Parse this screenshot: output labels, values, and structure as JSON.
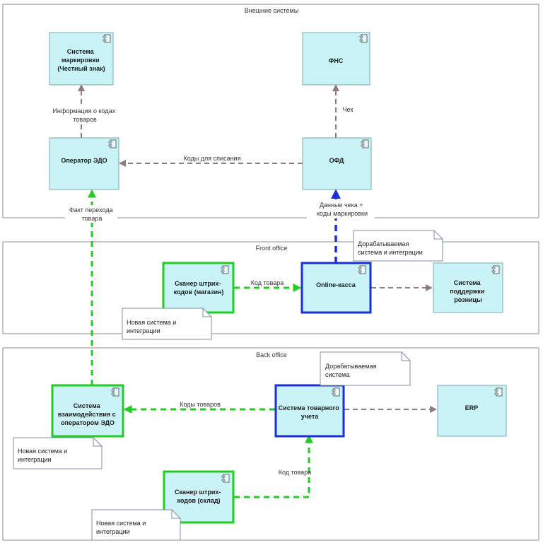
{
  "groups": {
    "external": {
      "title": "Внешние системы"
    },
    "front": {
      "title": "Front office"
    },
    "back": {
      "title": "Back office"
    }
  },
  "components": {
    "marking": {
      "lines": [
        "Система",
        "маркировки",
        "(Честный знак)"
      ]
    },
    "fns": {
      "lines": [
        "ФНС"
      ]
    },
    "edo": {
      "lines": [
        "Оператор ЭДО"
      ]
    },
    "ofd": {
      "lines": [
        "ОФД"
      ]
    },
    "scanner_shop": {
      "lines": [
        "Сканер штрих-",
        "кодов (магазин)"
      ]
    },
    "online_kassa": {
      "lines": [
        "Online-касса"
      ]
    },
    "retail_support": {
      "lines": [
        "Система",
        "поддержки",
        "розницы"
      ]
    },
    "edo_system": {
      "lines": [
        "Система",
        "взаимодействия с",
        "оператором ЭДО"
      ]
    },
    "inventory": {
      "lines": [
        "Система товарного",
        "учета"
      ]
    },
    "erp": {
      "lines": [
        "ERP"
      ]
    },
    "scanner_wh": {
      "lines": [
        "Сканер штрих-",
        "кодов (склад)"
      ]
    }
  },
  "edge_labels": {
    "info_codes": [
      "Информация о кодах",
      "товаров"
    ],
    "receipt": [
      "Чек"
    ],
    "write_off": [
      "Коды для списания"
    ],
    "transfer_fact": [
      "Факт перехода",
      "товара"
    ],
    "receipt_data": [
      "Данные чека +",
      "коды маркировки"
    ],
    "product_code_front": [
      "Код товара"
    ],
    "product_codes_back": [
      "Коды товаров"
    ],
    "product_code_back": [
      "Код товара"
    ]
  },
  "notes": {
    "refine_kassa": {
      "lines": [
        "Дорабатываемая",
        "система и интеграции"
      ]
    },
    "new_scanner_shop": {
      "lines": [
        "Новая система и",
        "интеграции"
      ]
    },
    "refine_inventory": {
      "lines": [
        "Дорабатываемая",
        "система"
      ]
    },
    "new_edo_system": {
      "lines": [
        "Новая система и",
        "интеграции"
      ]
    },
    "new_scanner_wh": {
      "lines": [
        "Новая система и",
        "интеграции"
      ]
    }
  },
  "colors": {
    "component_fill": "#c9f3f6",
    "new_system_border": "#22cc22",
    "modified_system_border": "#1a2fd6",
    "existing_flow": "#8e7a7e"
  }
}
